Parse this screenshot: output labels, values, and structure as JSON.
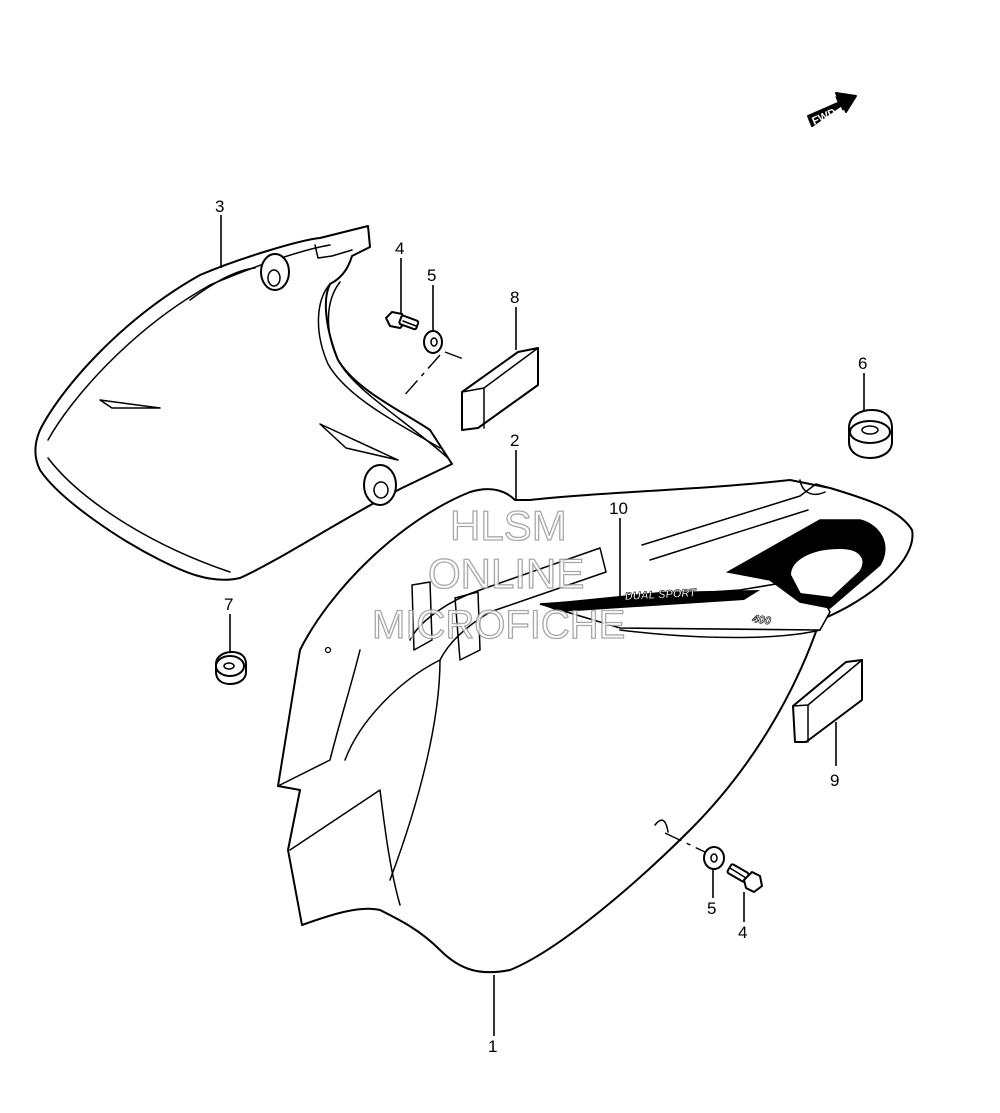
{
  "callouts": {
    "part_1": "1",
    "part_2": "2",
    "part_3": "3",
    "part_4_top": "4",
    "part_5_top": "5",
    "part_6": "6",
    "part_7": "7",
    "part_8": "8",
    "part_9": "9",
    "part_10": "10",
    "part_4_bottom": "4",
    "part_5_bottom": "5"
  },
  "fwd_label": "FWD",
  "decal": {
    "model_text": "DUAL SPORT",
    "number_text": "400"
  },
  "watermark": {
    "line1": "HLSM",
    "line2": "ONLINE",
    "line3": "MICROFICHE"
  }
}
